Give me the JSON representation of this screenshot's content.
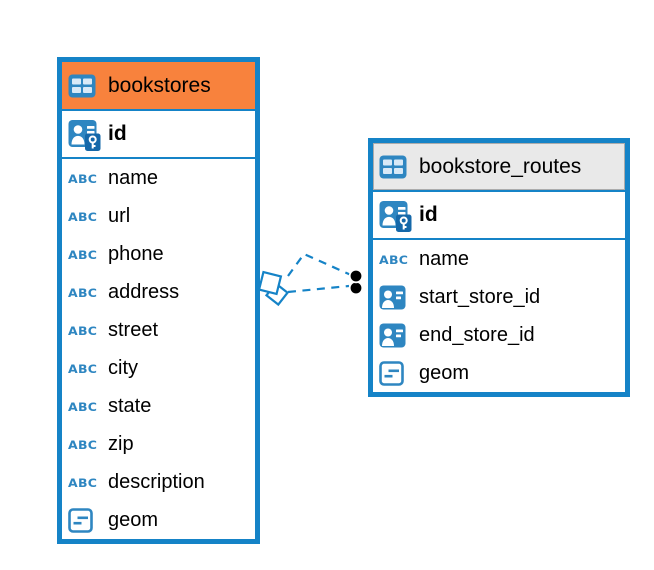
{
  "colors": {
    "table_border": "#1583C7",
    "header_orange": "#F8823D",
    "header_gray": "#E9E9E9",
    "icon_blue": "#2E86C1",
    "icon_key_blue": "#1568A9",
    "relation_line": "#1583C7",
    "relation_dot": "#000000",
    "text": "#000000"
  },
  "tables": [
    {
      "title": "bookstores",
      "header_style": "orange",
      "primary_key": {
        "name": "id"
      },
      "columns": [
        {
          "name": "name",
          "type_icon": "text",
          "icon_label": "ABC"
        },
        {
          "name": "url",
          "type_icon": "text",
          "icon_label": "ABC"
        },
        {
          "name": "phone",
          "type_icon": "text",
          "icon_label": "ABC"
        },
        {
          "name": "address",
          "type_icon": "text",
          "icon_label": "ABC"
        },
        {
          "name": "street",
          "type_icon": "text",
          "icon_label": "ABC"
        },
        {
          "name": "city",
          "type_icon": "text",
          "icon_label": "ABC"
        },
        {
          "name": "state",
          "type_icon": "text",
          "icon_label": "ABC"
        },
        {
          "name": "zip",
          "type_icon": "text",
          "icon_label": "ABC"
        },
        {
          "name": "description",
          "type_icon": "text",
          "icon_label": "ABC"
        },
        {
          "name": "geom",
          "type_icon": "geometry"
        }
      ]
    },
    {
      "title": "bookstore_routes",
      "header_style": "gray",
      "primary_key": {
        "name": "id"
      },
      "columns": [
        {
          "name": "name",
          "type_icon": "text",
          "icon_label": "ABC"
        },
        {
          "name": "start_store_id",
          "type_icon": "foreign-key"
        },
        {
          "name": "end_store_id",
          "type_icon": "foreign-key"
        },
        {
          "name": "geom",
          "type_icon": "geometry"
        }
      ]
    }
  ],
  "relation": {
    "line_style": "dashed",
    "source_marker": "diamond-outline",
    "target_marker": "filled-dot",
    "connects": [
      "bookstores",
      "bookstore_routes"
    ]
  }
}
